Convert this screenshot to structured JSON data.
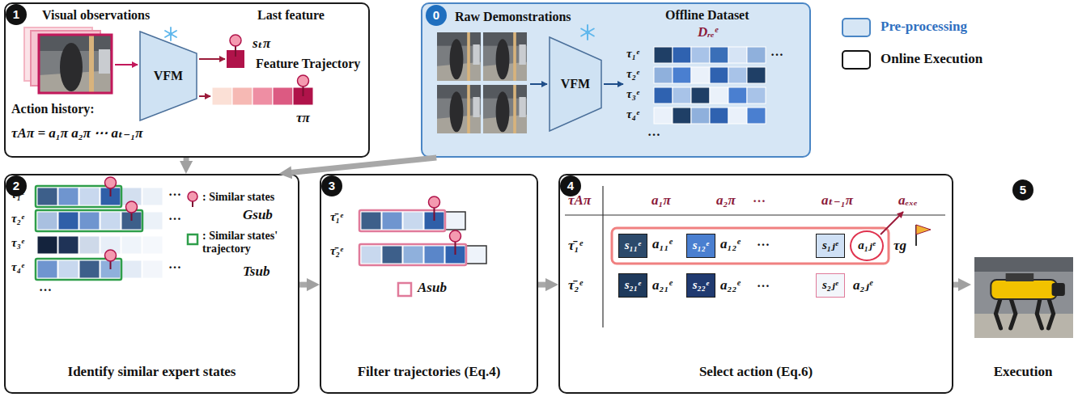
{
  "diagram": {
    "nodes": [
      {
        "text": [
          "Visual observations",
          "Action history:",
          "τAπ = a₁π a₂π ⋯ aₜ₋₁π",
          "Last feature",
          "sₜπ",
          "Feature Trajectory",
          "τπ"
        ]
      },
      {
        "text": [
          "1"
        ],
        "in": 0
      },
      {
        "text": [
          "VFM"
        ],
        "in": 0
      },
      {
        "text": [
          "Raw Demonstrations",
          "Offline Dataset",
          "Dᵣₑᵉ",
          "τ₁ᵉ",
          "τ₂ᵉ",
          "τ₃ᵉ",
          "τ₄ᵉ",
          "…",
          "…"
        ]
      },
      {
        "text": [
          "0"
        ],
        "in": 3
      },
      {
        "text": [
          "VFM"
        ],
        "in": 3
      },
      {
        "text": [
          "τ₁ᵉ",
          "τ₂ᵉ",
          "τ₃ᵉ",
          "τ₄ᵉ",
          "…",
          "…",
          "…",
          "…",
          ": Similar states",
          "Gsub",
          ": Similar states' trajectory",
          "Tsub",
          "Identify similar expert states"
        ]
      },
      {
        "text": [
          "2"
        ],
        "in": 6
      },
      {
        "text": [
          "τ̄₁ᵉ",
          "τ̄₂ᵉ",
          "Asub",
          "Filter trajectories (Eq.4)"
        ]
      },
      {
        "text": [
          "3"
        ],
        "in": 8
      },
      {
        "text": [
          "τAπ",
          "a₁π",
          "a₂π",
          "…",
          "aₜ₋₁π",
          "aₑₓₑ",
          "τ̄₁ᵉ",
          "a₁₁ᵉ",
          "a₁₂ᵉ",
          "…",
          "τg",
          "τ̄₂ᵉ",
          "a₂₁ᵉ",
          "a₂₂ᵉ",
          "…",
          "a₂ⱼᵉ",
          "Select action (Eq.6)"
        ]
      },
      {
        "text": [
          "4"
        ],
        "in": 10
      },
      {
        "text": [
          "s₁₁ᵉ"
        ],
        "in": 10
      },
      {
        "text": [
          "s₁₂ᵉ"
        ],
        "in": 10
      },
      {
        "text": [
          "s₁ⱼᵉ"
        ],
        "in": 10
      },
      {
        "text": [
          "s₂₁ᵉ"
        ],
        "in": 10
      },
      {
        "text": [
          "s₂₂ᵉ"
        ],
        "in": 10
      },
      {
        "text": [
          "s₂ⱼᵉ"
        ],
        "in": 10
      },
      {
        "text": [
          "a₁ⱼᵉ"
        ],
        "in": 10
      },
      {
        "text": [
          "Execution"
        ]
      },
      {
        "text": [
          "5"
        ],
        "in": 19
      }
    ],
    "edges": [
      {
        "from": 0,
        "to": 6,
        "arrow": "to"
      },
      {
        "from": 3,
        "to": 6,
        "arrow": "to"
      },
      {
        "from": 6,
        "to": 8,
        "arrow": "to"
      },
      {
        "from": 8,
        "to": 10,
        "arrow": "to"
      },
      {
        "from": 10,
        "to": 19,
        "arrow": "to"
      }
    ],
    "legend": [
      {
        "text": "Pre-processing",
        "color": "#d6e6f5"
      },
      {
        "text": "Online Execution"
      }
    ]
  }
}
